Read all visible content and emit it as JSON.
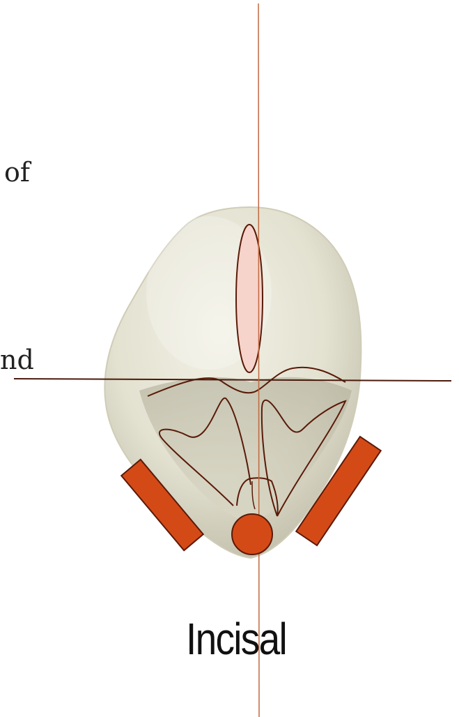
{
  "text_fragments": {
    "upper": "of",
    "middle": "nd"
  },
  "view_label": "Incisal",
  "colors": {
    "tooth_fill": "#e3e1d0",
    "tooth_shadow": "#b9b6a1",
    "outline": "#5a1a08",
    "vertical_axis": "#c0683f",
    "horizontal_axis": "#4a1a0c",
    "marker_fill": "#d44a17",
    "pulp_fill": "#f6d4cc"
  },
  "icons": {
    "tooth": "tooth-crown-incisal-view",
    "markers": "contact-area-bars"
  }
}
